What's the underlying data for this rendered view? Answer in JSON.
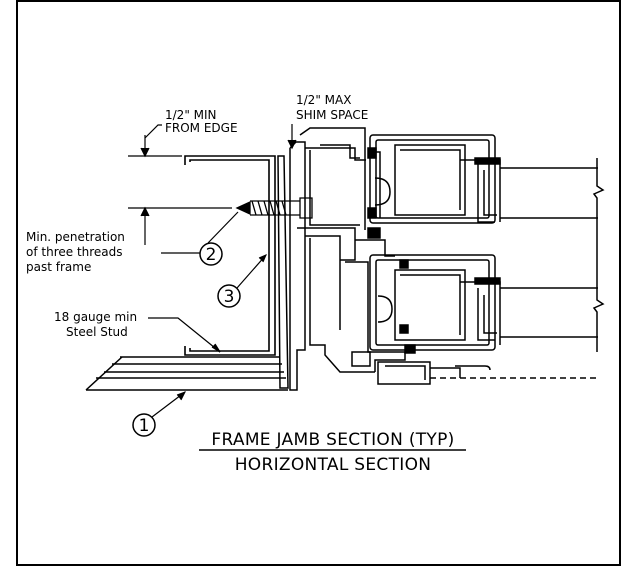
{
  "labels": {
    "min_edge_line1": "1/2\" MIN",
    "min_edge_line2": "FROM EDGE",
    "max_shim_line1": "1/2\" MAX",
    "max_shim_line2": "SHIM SPACE",
    "penetration_line1": "Min. penetration",
    "penetration_line2": "of three threads",
    "penetration_line3": "past frame",
    "stud_line1": "18 gauge min",
    "stud_line2": "Steel Stud"
  },
  "callouts": [
    "1",
    "2",
    "3"
  ],
  "title": {
    "main": "FRAME JAMB SECTION (TYP)",
    "sub": "HORIZONTAL SECTION"
  }
}
